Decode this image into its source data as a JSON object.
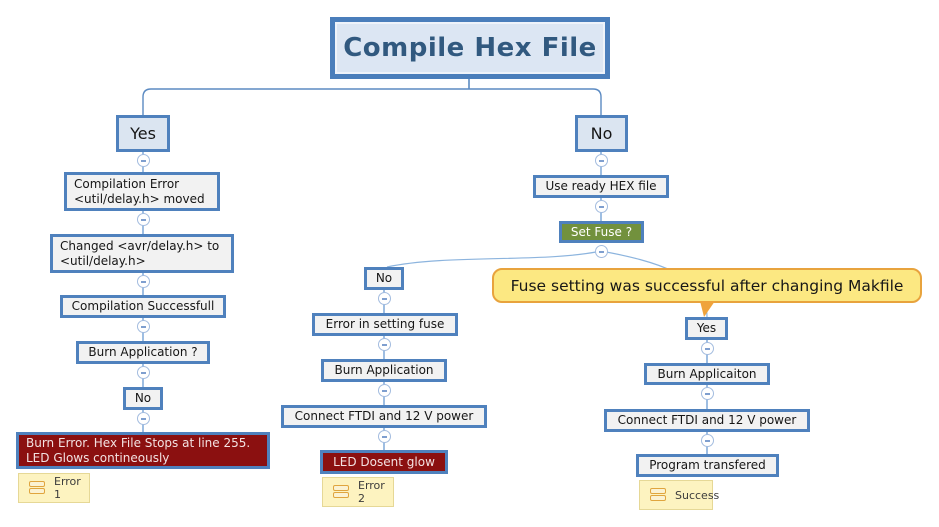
{
  "diagram": {
    "root": {
      "label": "Compile Hex File"
    },
    "left_branch": {
      "yes": "Yes",
      "compilation_error": "Compilation Error\n<util/delay.h> moved",
      "changed_delay": "Changed <avr/delay.h> to\n<util/delay.h>",
      "compilation_successfull": "Compilation Successfull",
      "burn_application_q": "Burn Application ?",
      "no": "No",
      "burn_error": "Burn Error. Hex File Stops at line 255.\nLED Glows contineously",
      "note": "Error 1"
    },
    "right_branch": {
      "no": "No",
      "use_ready_hex": "Use ready HEX file",
      "set_fuse": "Set Fuse ?",
      "callout": "Fuse setting was successful after changing Makfile",
      "fuse_no": {
        "no": "No",
        "error_in_setting_fuse": "Error in setting fuse",
        "burn_application": "Burn Application",
        "connect_ftdi": "Connect FTDI and 12 V power",
        "led_dosent_glow": "LED Dosent glow",
        "note": "Error 2"
      },
      "fuse_yes": {
        "yes": "Yes",
        "burn_applicaiton": "Burn Applicaiton",
        "connect_ftdi": "Connect FTDI and 12 V power",
        "program_transfered": "Program transfered",
        "note": "Success"
      }
    },
    "colors": {
      "node_border": "#4f81bd",
      "root_fill": "#dce6f3",
      "top_level_fill": "#dbe5f1",
      "node_fill": "#f2f2f2",
      "error_fill": "#8b1010",
      "decision_fill": "#72913d",
      "note_fill": "#fdf3c0",
      "note_icon": "#e0a53e",
      "callout_fill": "#fce882",
      "callout_border": "#e8a33d",
      "connector": "#6b9bd2",
      "title_text": "#31597f"
    }
  }
}
